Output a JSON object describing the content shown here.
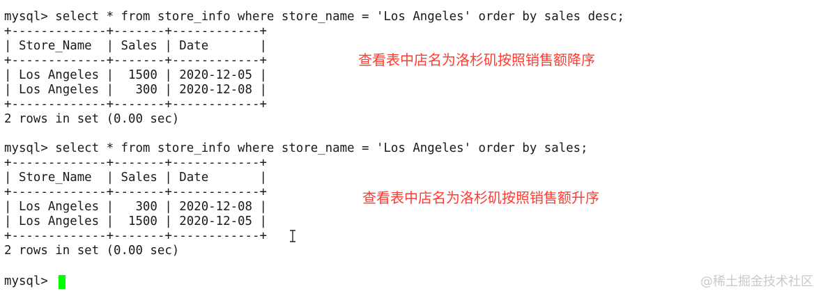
{
  "terminal": {
    "lines": [
      "mysql> select * from store_info where store_name = 'Los Angeles' order by sales desc;",
      "+-------------+-------+------------+",
      "| Store_Name  | Sales | Date       |",
      "+-------------+-------+------------+",
      "| Los Angeles |  1500 | 2020-12-05 |",
      "| Los Angeles |   300 | 2020-12-08 |",
      "+-------------+-------+------------+",
      "2 rows in set (0.00 sec)",
      "",
      "mysql> select * from store_info where store_name = 'Los Angeles' order by sales;",
      "+-------------+-------+------------+",
      "| Store_Name  | Sales | Date       |",
      "+-------------+-------+------------+",
      "| Los Angeles |   300 | 2020-12-08 |",
      "| Los Angeles |  1500 | 2020-12-05 |",
      "+-------------+-------+------------+",
      "2 rows in set (0.00 sec)",
      "",
      "mysql> "
    ]
  },
  "annotations": {
    "desc_note": "查看表中店名为洛杉矶按照销售额降序",
    "asc_note": "查看表中店名为洛杉矶按照销售额升序"
  },
  "watermark": {
    "text": "@稀土掘金技术社区"
  },
  "colors": {
    "text": "#1a1a1a",
    "annotation": "#ff3b30",
    "cursor": "#00ff00",
    "watermark": "#c9c9c9",
    "background": "#ffffff"
  }
}
